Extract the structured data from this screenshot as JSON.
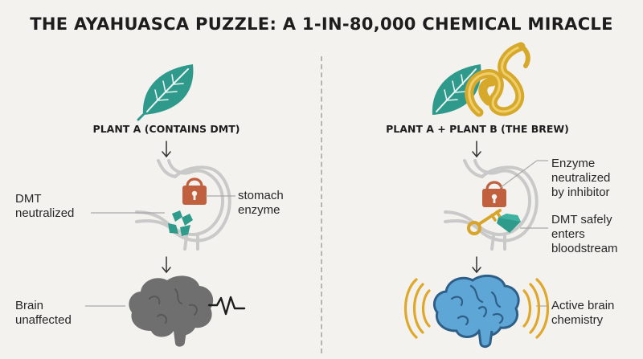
{
  "title": "THE AYAHUASCA PUZZLE: A 1-IN-80,000 CHEMICAL MIRACLE",
  "left": {
    "heading": "PLANT A (CONTAINS DMT)",
    "label_dmt_line1": "DMT",
    "label_dmt_line2": "neutralized",
    "label_enzyme_line1": "stomach",
    "label_enzyme_line2": "enzyme",
    "label_brain_line1": "Brain",
    "label_brain_line2": "unaffected"
  },
  "right": {
    "heading": "PLANT A + PLANT B (THE BREW)",
    "label_enzyme_line1": "Enzyme",
    "label_enzyme_line2": "neutralized",
    "label_enzyme_line3": "by inhibitor",
    "label_dmt_line1": "DMT safely",
    "label_dmt_line2": "enters",
    "label_dmt_line3": "bloodstream",
    "label_brain_line1": "Active brain",
    "label_brain_line2": "chemistry"
  },
  "colors": {
    "leaf": "#2f9a8c",
    "vine": "#d6a92a",
    "lock": "#c0603f",
    "key": "#d8a52a",
    "dmt_crystal": "#2e9b8b",
    "brain_inactive": "#6f6f6f",
    "brain_active": "#5ea6d6",
    "signal": "#e0a82a"
  },
  "icons": [
    "leaf-icon",
    "vine-icon",
    "stomach-icon",
    "lock-icon",
    "broken-crystal-icon",
    "key-icon",
    "crystal-icon",
    "brain-icon",
    "flatline-icon",
    "signal-waves-icon"
  ]
}
